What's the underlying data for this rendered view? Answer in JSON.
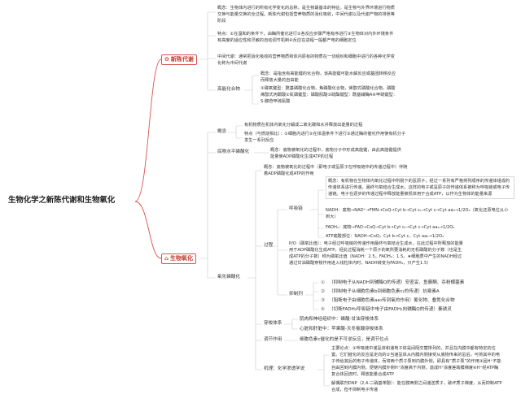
{
  "root": {
    "title": "生物化学之新陈代谢和生物氧化"
  },
  "metabolism": {
    "label": "新陈代谢",
    "concept": "概念：生物体内进行的所有化学变化的总称。是生物最基本的特征。是生物与外界环境进行物质交换与能量交换的全过程。新陈代谢包括营养物质的消化吸收，中间代谢以及代谢产物的排泄等阶段",
    "features": "特点：①在温和的条件下，由酶所催化进行②各反应步骤严格有序进行③生物体对内外环境条件有高度的适应性和灵敏的自动调节机制④反应在进程一般都产电的细胞定位",
    "intermediate": "中间代谢：通常把消化吸收的营养物质和体内原有的物质在一切组织和细胞中进行的各种化学变化称为中间代谢",
    "hep_label": "高能化合物",
    "hep_def": "概念：是指含有高能键的化合物。该高能键可能水解反应或基团转移反应而释放大量的自由能",
    "hep_types": "①磷氧键型：酰基磷酸化合物，焦磷酸化合物，烯醇式磷酸化合物，磷酸烯醇式丙酮酸②氮磷键型：磷酸肌酸③硫酯键型：酰基辅酶A④甲硫键型：S-腺苷甲硫氨酸"
  },
  "oxidation": {
    "label": "生物氧化",
    "concept_label": "概念",
    "concept_def": "有机物质在机体内氧化分解成二氧化碳和水并释放出能量的过程",
    "concept_features": "特点（与燃烧相比）：①细胞内进行②在体温条件下进行③通过酶的催化作用使有机分子发生一系列反应",
    "slp_label": "底物水平磷酸化",
    "slp_def": "概念：底物被氧化的过程中，底物分子中形成高能键，由此高能键提供能量使ADP磷酸化生成ATP的过程",
    "op_label": "氧化磷酸化",
    "op_def": "概念：底物被氧化的过程中（即电子或氢原子在呼吸链中的传递过程中）伴随着ADP磷酸化成ATP的作用",
    "process_label": "过程",
    "rc_label": "呼吸链",
    "rc_def": "概念：有机物在生物体内氧化过程中所脱下的氢原子，经过一系列有严格排列顺序的传递体组成的传递体系进行传递，最终与氧结合生成水，这样的电子或氢原子的传递体系被称为呼吸链或电子传递链。电子在逐步的传递过程中释放能量被机体用于合成ATP，以作为生物体的能量来源",
    "nadh": "NADH：底物→NAD⁺→FMN→CoQ→Cyt b→Cyt c₁→Cyt c→Cyt aa₃→1/2O₂（氧化还原电位从小到大）",
    "fadh": "FADH₂：底物→FAD→CoQ→Cyt b→Cyt c₁→Cyt c→Cyt aa₃→1/2O₂",
    "atp": "ATP底酸部位：NADH→CoQ，Cyt b→Cyt c，Cyt aa₃→1/2O₂",
    "po": "P/O（磷氧比值）：电子经过呼吸链的传递作用最终与氧结合生成水，在此过程中所释放的能量用于ADP磷酸化生成ATP。经此过程消耗一个原子的氧所要消耗的无机磷酸的分子数（也是生成ATP的分子数）称为磷氧比值（NADH：2.5，FADH₂：1.5。★细胞质中产生的NADH经过通过甘油磷酸穿梭作用进入线粒体内时，NADH转变为FADH₂，只产生1.5）",
    "inhib_label": "抑制剂",
    "inhibitors": [
      {
        "num": "①",
        "text": "（抑制电子从NADH到辅酶Q的传递）安密妥、鱼藤酮、杀粉蝶菌素"
      },
      {
        "num": "②",
        "text": "（抑制电子从细胞色素b到细胞色素c₁的传递）抗霉素A"
      },
      {
        "num": "③",
        "text": "（阻断电子由细胞色素aa₃传到氧的作用）氰化物、叠氮化合物"
      },
      {
        "num": "④",
        "text": "（切断FADH₂呼吸链中电子由FADH₂向辅酶Q的传递）萎锈灵"
      }
    ],
    "shuttle_label": "穿梭体系",
    "shuttles": [
      "肌肉和神经组织中：磷酸-甘油穿梭体系",
      "心脏和肝脏中：苹果酸-天冬氨酸穿梭体系"
    ],
    "reg_label": "调节作用",
    "reg_text": "细胞色素c催化的是不可逆反应，是调节位点",
    "mech_label": "机理：化学渗透学说",
    "mech_main": "主要论点：①呼吸链中递氢体和递电子体是间隔交替排列的，并且在内膜中都有特定的位置。它们催化的反应是定向的②当递氢体从内膜内侧接受从底物传来的氢后，可将其中的电子传给其后的电子传递体，而将两个质子泵到内膜外侧，即具有“质子泵”的作用③因H⁺不能自由回到内膜内侧，便使内膜外侧H⁺浓度高于内侧，造成H⁺浓度差跨膜梯度④H⁺经ATP酶复合体回流时，释放能量合成ATP",
    "mech_uncoupler": "解偶联剂DNP（2,4-二硝基苯酚）：能在膜两侧之间递送质子，破坏质子梯度，从而抑制ATP合成，但不抑制电子传递"
  }
}
